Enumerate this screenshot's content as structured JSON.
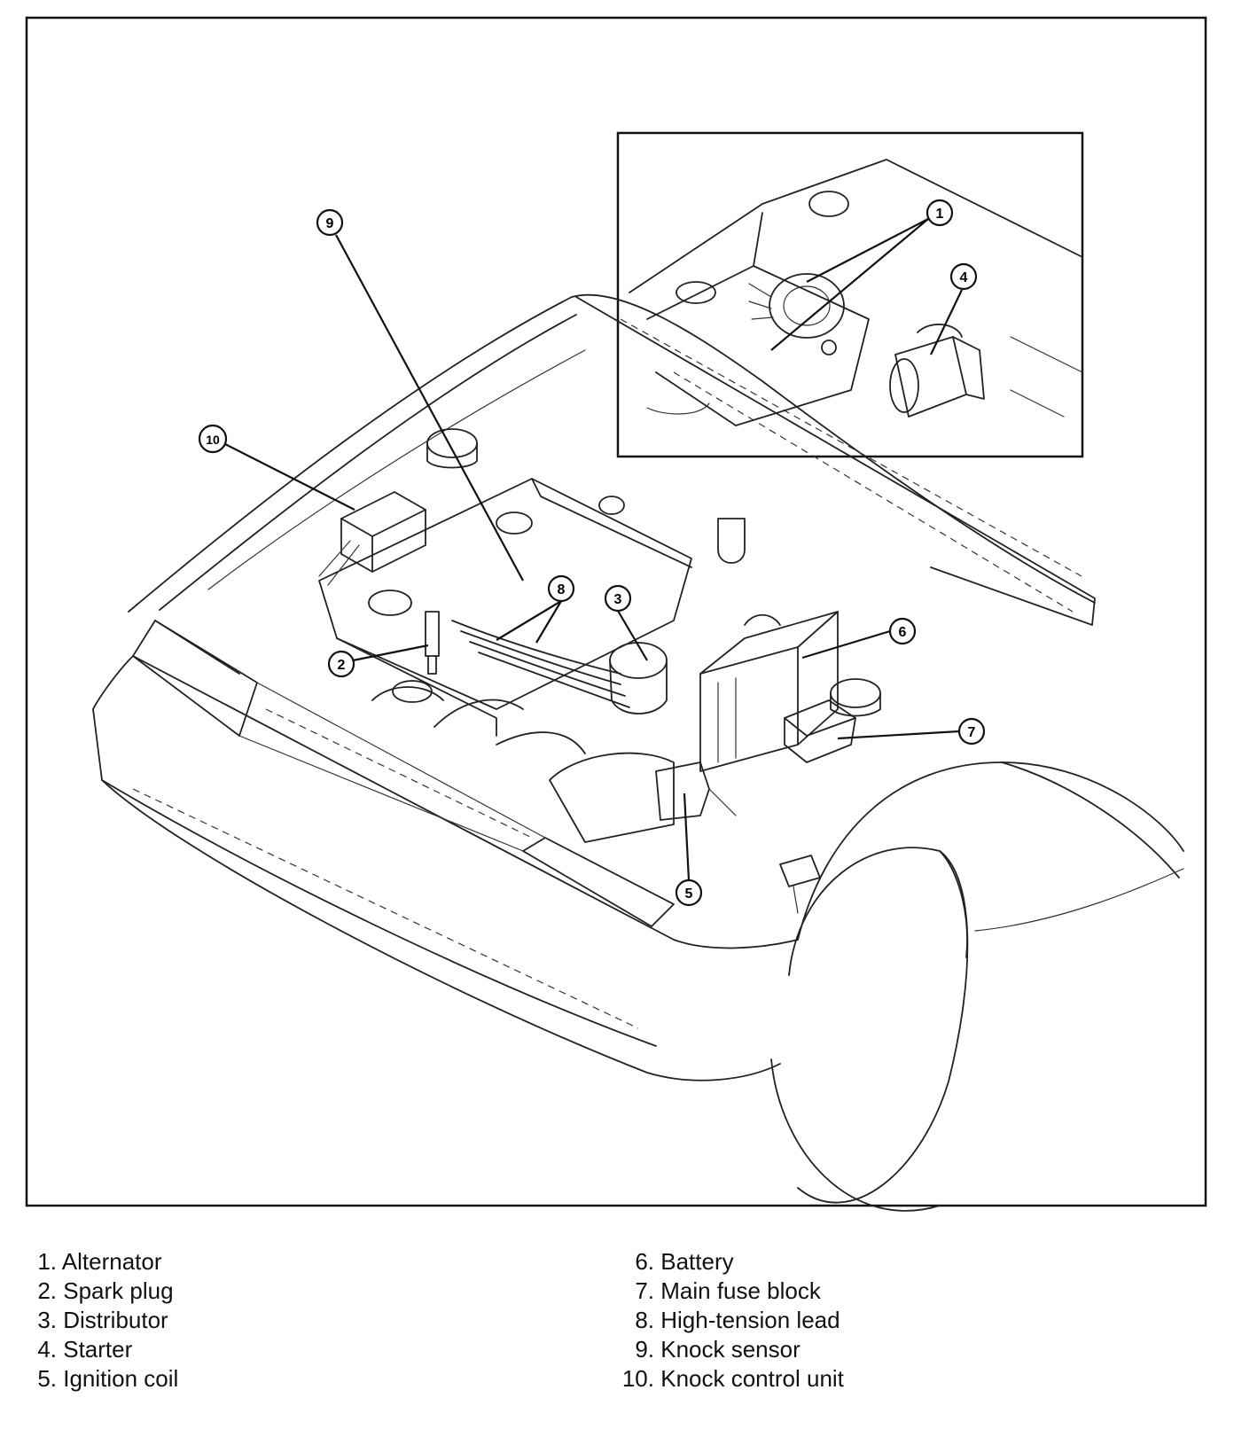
{
  "callouts": [
    {
      "num": "1"
    },
    {
      "num": "2"
    },
    {
      "num": "3"
    },
    {
      "num": "4"
    },
    {
      "num": "5"
    },
    {
      "num": "6"
    },
    {
      "num": "7"
    },
    {
      "num": "8"
    },
    {
      "num": "9"
    },
    {
      "num": "10"
    }
  ],
  "legend": {
    "left": [
      {
        "num": "1.",
        "label": "Alternator"
      },
      {
        "num": "2.",
        "label": "Spark plug"
      },
      {
        "num": "3.",
        "label": "Distributor"
      },
      {
        "num": "4.",
        "label": "Starter"
      },
      {
        "num": "5.",
        "label": "Ignition coil"
      }
    ],
    "right": [
      {
        "num": "6.",
        "label": "Battery"
      },
      {
        "num": "7.",
        "label": "Main fuse block"
      },
      {
        "num": "8.",
        "label": "High-tension lead"
      },
      {
        "num": "9.",
        "label": "Knock sensor"
      },
      {
        "num": "10.",
        "label": "Knock control unit"
      }
    ]
  }
}
